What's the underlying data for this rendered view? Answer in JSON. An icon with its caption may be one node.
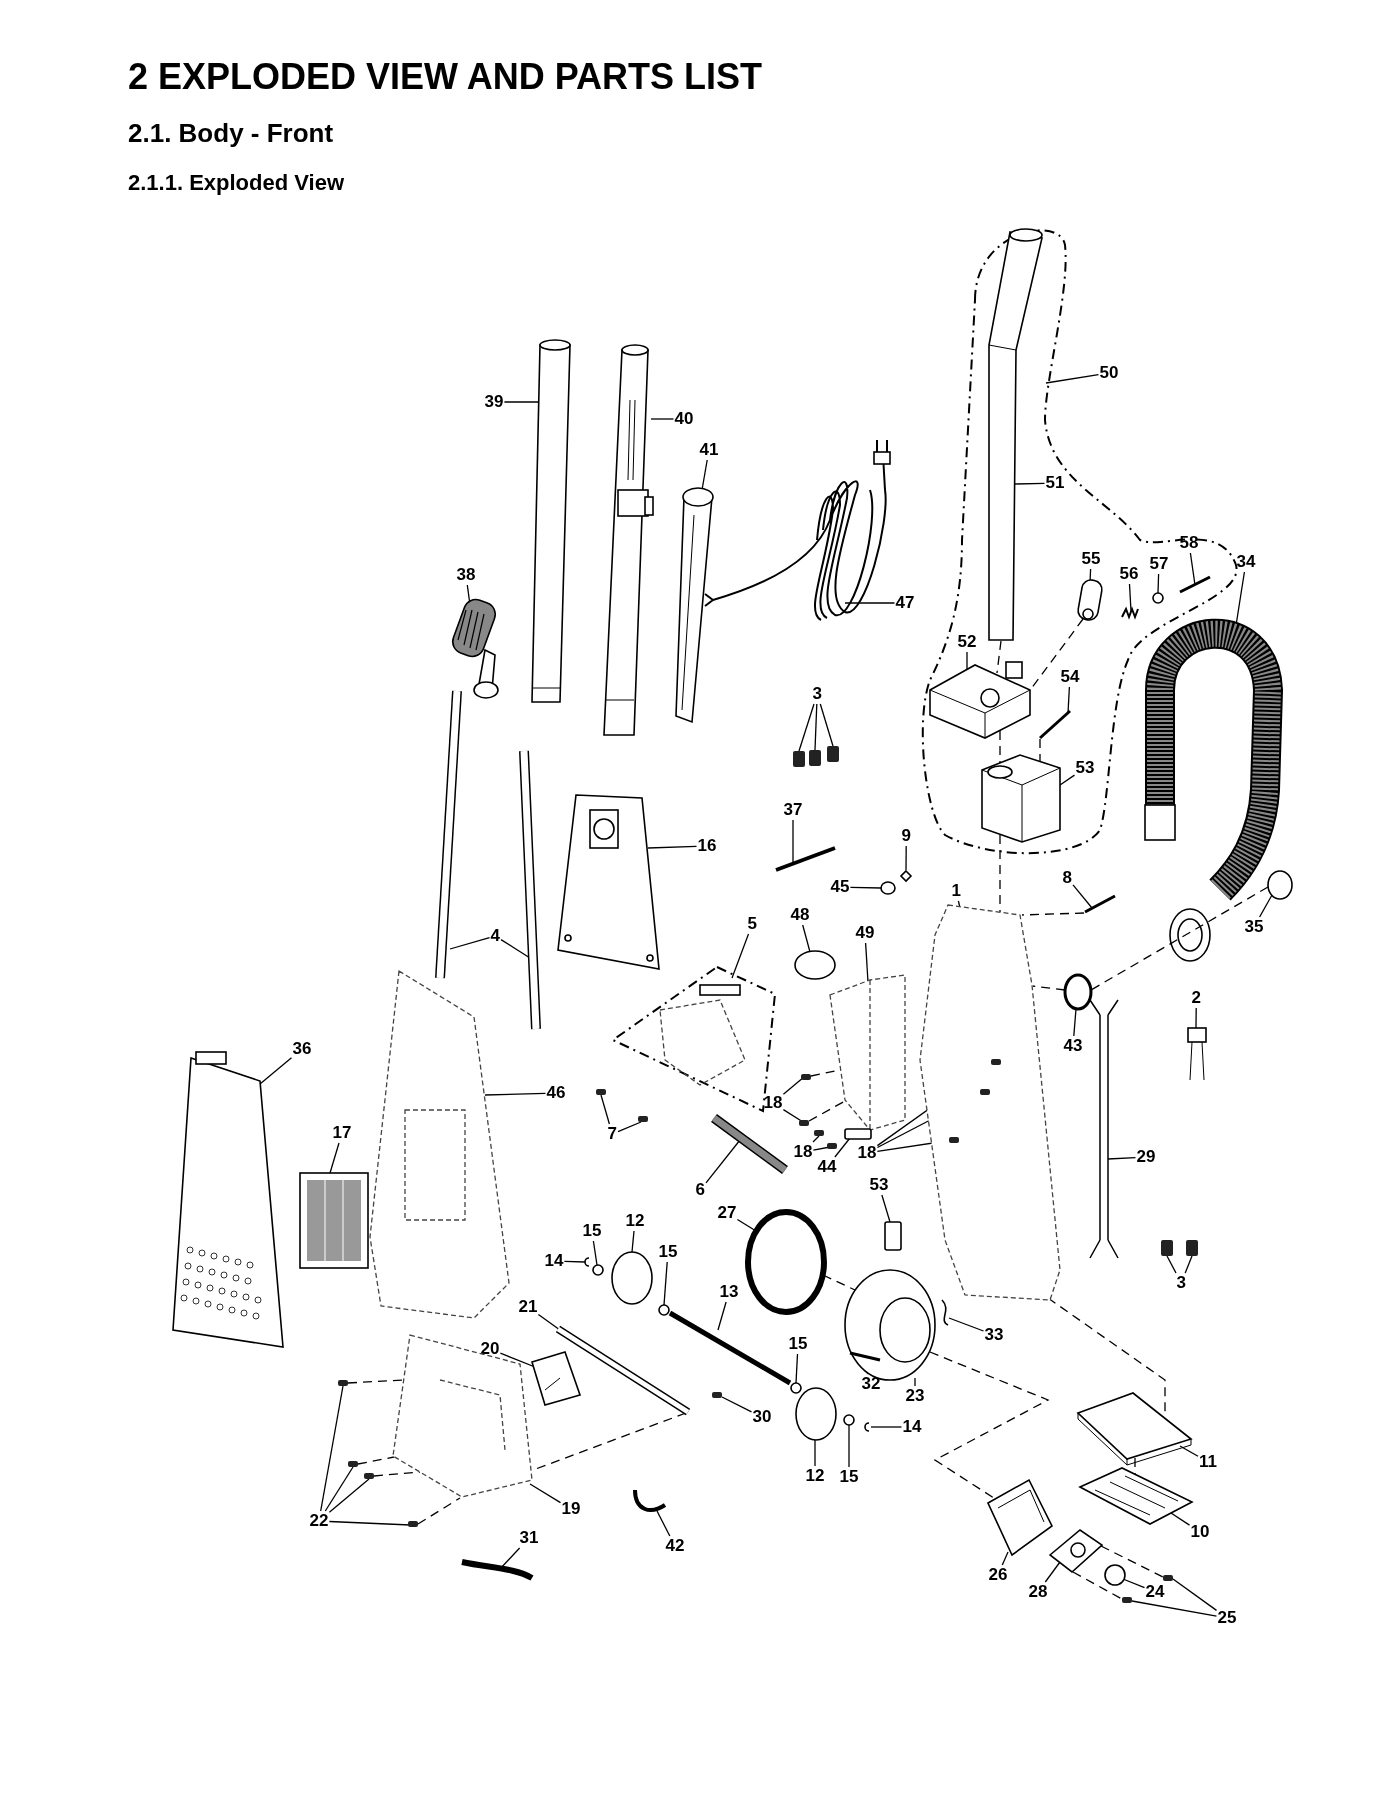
{
  "diagram": {
    "title": "2 EXPLODED VIEW AND PARTS LIST",
    "nodes": [
      {
        "text": [],
        "shape": "picture"
      },
      {
        "text": [
          "50"
        ]
      },
      {
        "text": [
          "39"
        ]
      },
      {
        "text": [
          "40"
        ]
      },
      {
        "text": [
          "41"
        ]
      },
      {
        "text": [
          "51"
        ],
        "in": 0
      },
      {
        "text": [
          "58"
        ],
        "in": 0
      },
      {
        "text": [
          "55"
        ],
        "in": 0
      },
      {
        "text": [
          "34"
        ]
      },
      {
        "text": [
          "57"
        ],
        "in": 0
      },
      {
        "text": [
          "56"
        ],
        "in": 0
      },
      {
        "text": [
          "38"
        ]
      },
      {
        "text": [
          "47"
        ]
      },
      {
        "text": [
          "52"
        ],
        "in": 0
      },
      {
        "text": [
          "54"
        ],
        "in": 0
      },
      {
        "text": [
          "3"
        ]
      },
      {
        "text": [
          "53"
        ],
        "in": 0
      },
      {
        "text": [
          "37"
        ]
      },
      {
        "text": [
          "9"
        ]
      },
      {
        "text": [
          "16"
        ]
      },
      {
        "text": [
          "8"
        ]
      },
      {
        "text": [
          "45"
        ]
      },
      {
        "text": [
          "1"
        ]
      },
      {
        "text": [
          "48"
        ]
      },
      {
        "text": [
          "5"
        ]
      },
      {
        "text": [
          "35"
        ]
      },
      {
        "text": [
          "49"
        ]
      },
      {
        "text": [
          "4"
        ]
      },
      {
        "text": [
          "2"
        ]
      },
      {
        "text": [
          "43"
        ]
      },
      {
        "text": [
          "36"
        ]
      },
      {
        "text": [
          "46"
        ]
      },
      {
        "text": [
          "18"
        ]
      },
      {
        "text": [
          "7"
        ]
      },
      {
        "text": [
          "17"
        ]
      },
      {
        "text": [
          "18"
        ]
      },
      {
        "text": [
          "18"
        ]
      },
      {
        "text": [
          "29"
        ]
      },
      {
        "text": [
          "44"
        ]
      },
      {
        "text": [
          "6"
        ]
      },
      {
        "text": [
          "53"
        ]
      },
      {
        "text": [
          "27"
        ]
      },
      {
        "text": [
          "12"
        ]
      },
      {
        "text": [
          "15"
        ]
      },
      {
        "text": [
          "15"
        ]
      },
      {
        "text": [
          "14"
        ]
      },
      {
        "text": [
          "3"
        ]
      },
      {
        "text": [
          "13"
        ]
      },
      {
        "text": [
          "21"
        ]
      },
      {
        "text": [
          "33"
        ]
      },
      {
        "text": [
          "15"
        ]
      },
      {
        "text": [
          "20"
        ]
      },
      {
        "text": [
          "32"
        ]
      },
      {
        "text": [
          "23"
        ]
      },
      {
        "text": [
          "30"
        ]
      },
      {
        "text": [
          "14"
        ]
      },
      {
        "text": [
          "11"
        ]
      },
      {
        "text": [
          "12"
        ]
      },
      {
        "text": [
          "15"
        ]
      },
      {
        "text": [
          "19"
        ]
      },
      {
        "text": [
          "22"
        ]
      },
      {
        "text": [
          "10"
        ]
      },
      {
        "text": [
          "31"
        ]
      },
      {
        "text": [
          "42"
        ]
      },
      {
        "text": [
          "26"
        ]
      },
      {
        "text": [
          "28"
        ]
      },
      {
        "text": [
          "24"
        ]
      },
      {
        "text": [
          "25"
        ]
      },
      {
        "text": [],
        "shape": "picture"
      },
      {
        "text": [],
        "shape": "picture"
      },
      {
        "text": [],
        "shape": "picture"
      },
      {
        "text": [],
        "shape": "picture",
        "in": 0
      },
      {
        "text": [],
        "shape": "bar",
        "in": 0
      },
      {
        "text": [],
        "shape": "picture",
        "in": 0
      },
      {
        "text": [],
        "shape": "picture"
      },
      {
        "text": [],
        "shape": "circle",
        "in": 0
      },
      {
        "text": [],
        "shape": "picture",
        "in": 0
      },
      {
        "text": [],
        "shape": "picture"
      },
      {
        "text": [],
        "shape": "picture"
      },
      {
        "text": [],
        "shape": "picture",
        "in": 0
      },
      {
        "text": [],
        "shape": "bar",
        "in": 0
      },
      {
        "text": [],
        "shape": "box"
      },
      {
        "text": [],
        "shape": "box"
      },
      {
        "text": [],
        "shape": "box"
      },
      {
        "text": [],
        "shape": "picture",
        "in": 0
      },
      {
        "text": [],
        "shape": "bar"
      },
      {
        "text": [],
        "shape": "diamond"
      },
      {
        "text": [],
        "shape": "picture"
      },
      {
        "text": [],
        "shape": "bar"
      },
      {
        "text": [],
        "shape": "circle"
      },
      {
        "text": [],
        "shape": "picture"
      },
      {
        "text": [],
        "shape": "circle"
      },
      {
        "text": [],
        "shape": "picture"
      },
      {
        "text": [],
        "shape": "circle"
      },
      {
        "text": [],
        "shape": "picture"
      },
      {
        "text": [],
        "shape": "bar"
      },
      {
        "text": [],
        "shape": "bar"
      },
      {
        "text": [],
        "shape": "picture"
      },
      {
        "text": [],
        "shape": "circle"
      },
      {
        "text": [],
        "shape": "picture"
      },
      {
        "text": [],
        "shape": "picture"
      },
      {
        "text": [],
        "shape": "box"
      },
      {
        "text": [],
        "shape": "box"
      },
      {
        "text": [],
        "shape": "box"
      },
      {
        "text": [],
        "shape": "box"
      },
      {
        "text": [],
        "shape": "picture"
      },
      {
        "text": [],
        "shape": "box"
      },
      {
        "text": [],
        "shape": "box"
      },
      {
        "text": [],
        "shape": "box",
        "in": 90
      },
      {
        "text": [],
        "shape": "box",
        "in": 90
      },
      {
        "text": [],
        "shape": "box",
        "in": 90
      },
      {
        "text": [],
        "shape": "picture"
      },
      {
        "text": [],
        "shape": "box"
      },
      {
        "text": [],
        "shape": "bar"
      },
      {
        "text": [],
        "shape": "box"
      },
      {
        "text": [],
        "shape": "circle"
      },
      {
        "text": [],
        "shape": "circle"
      },
      {
        "text": [],
        "shape": "circle"
      },
      {
        "text": [],
        "shape": "circle"
      },
      {
        "text": [],
        "shape": "picture"
      },
      {
        "text": [],
        "shape": "box"
      },
      {
        "text": [],
        "shape": "box"
      },
      {
        "text": [],
        "shape": "bar"
      },
      {
        "text": [],
        "shape": "bar"
      },
      {
        "text": [],
        "shape": "picture"
      },
      {
        "text": [],
        "shape": "circle"
      },
      {
        "text": [],
        "shape": "picture"
      },
      {
        "text": [],
        "shape": "picture"
      },
      {
        "text": [],
        "shape": "bar",
        "in": 127
      },
      {
        "text": [],
        "shape": "box"
      },
      {
        "text": [],
        "shape": "picture"
      },
      {
        "text": [],
        "shape": "picture"
      },
      {
        "text": [],
        "shape": "circle"
      },
      {
        "text": [],
        "shape": "circle"
      },
      {
        "text": [],
        "shape": "picture"
      },
      {
        "text": [],
        "shape": "box"
      },
      {
        "text": [],
        "shape": "box"
      },
      {
        "text": [],
        "shape": "box"
      },
      {
        "text": [],
        "shape": "box"
      },
      {
        "text": [],
        "shape": "picture"
      },
      {
        "text": [],
        "shape": "picture"
      },
      {
        "text": [],
        "shape": "picture"
      },
      {
        "text": [],
        "shape": "picture"
      },
      {
        "text": [],
        "shape": "picture"
      },
      {
        "text": [],
        "shape": "circle"
      },
      {
        "text": [],
        "shape": "box"
      },
      {
        "text": [],
        "shape": "box"
      }
    ],
    "edges": [
      {
        "from": 1,
        "to": 0,
        "arrow": "none"
      },
      {
        "from": 2,
        "to": 68,
        "arrow": "none"
      },
      {
        "from": 3,
        "to": 69,
        "arrow": "none"
      },
      {
        "from": 4,
        "to": 70,
        "arrow": "none"
      },
      {
        "from": 5,
        "to": 71,
        "arrow": "none"
      },
      {
        "from": 6,
        "to": 72,
        "arrow": "none"
      },
      {
        "from": 7,
        "to": 73,
        "arrow": "none"
      },
      {
        "from": 8,
        "to": 74,
        "arrow": "none"
      },
      {
        "from": 9,
        "to": 75,
        "arrow": "none"
      },
      {
        "from": 10,
        "to": 76,
        "arrow": "none"
      },
      {
        "from": 11,
        "to": 77,
        "arrow": "none"
      },
      {
        "from": 12,
        "to": 78,
        "arrow": "none"
      },
      {
        "from": 13,
        "to": 79,
        "arrow": "none"
      },
      {
        "from": 14,
        "to": 80,
        "arrow": "none"
      },
      {
        "from": 15,
        "to": 81,
        "arrow": "none"
      },
      {
        "from": 15,
        "to": 82,
        "arrow": "none"
      },
      {
        "from": 15,
        "to": 83,
        "arrow": "none"
      },
      {
        "from": 16,
        "to": 84,
        "arrow": "none"
      },
      {
        "from": 17,
        "to": 85,
        "arrow": "none"
      },
      {
        "from": 18,
        "to": 86,
        "arrow": "none"
      },
      {
        "from": 19,
        "to": 87,
        "arrow": "none"
      },
      {
        "from": 20,
        "to": 88,
        "arrow": "none"
      },
      {
        "from": 21,
        "to": 89,
        "arrow": "none"
      },
      {
        "from": 22,
        "to": 90,
        "arrow": "none"
      },
      {
        "from": 23,
        "to": 91,
        "arrow": "none"
      },
      {
        "from": 24,
        "to": 92,
        "arrow": "none"
      },
      {
        "from": 25,
        "to": 93,
        "arrow": "none"
      },
      {
        "from": 26,
        "to": 94,
        "arrow": "none"
      },
      {
        "from": 27,
        "to": 95,
        "arrow": "none"
      },
      {
        "from": 27,
        "to": 96,
        "arrow": "none"
      },
      {
        "from": 28,
        "to": 97,
        "arrow": "none"
      },
      {
        "from": 29,
        "to": 98,
        "arrow": "none"
      },
      {
        "from": 30,
        "to": 99,
        "arrow": "none"
      },
      {
        "from": 31,
        "to": 100,
        "arrow": "none"
      },
      {
        "from": 32,
        "to": 101,
        "arrow": "none"
      },
      {
        "from": 32,
        "to": 102,
        "arrow": "none"
      },
      {
        "from": 33,
        "to": 103,
        "arrow": "none"
      },
      {
        "from": 33,
        "to": 104,
        "arrow": "none"
      },
      {
        "from": 34,
        "to": 105,
        "arrow": "none"
      },
      {
        "from": 35,
        "to": 106,
        "arrow": "none"
      },
      {
        "from": 35,
        "to": 107,
        "arrow": "none"
      },
      {
        "from": 36,
        "to": 108,
        "arrow": "none"
      },
      {
        "from": 36,
        "to": 109,
        "arrow": "none"
      },
      {
        "from": 36,
        "to": 110,
        "arrow": "none"
      },
      {
        "from": 37,
        "to": 111,
        "arrow": "none"
      },
      {
        "from": 38,
        "to": 112,
        "arrow": "none"
      },
      {
        "from": 39,
        "to": 113,
        "arrow": "none"
      },
      {
        "from": 40,
        "to": 114,
        "arrow": "none"
      },
      {
        "from": 41,
        "to": 115,
        "arrow": "none"
      },
      {
        "from": 42,
        "to": 116,
        "arrow": "none"
      },
      {
        "from": 43,
        "to": 117,
        "arrow": "none"
      },
      {
        "from": 44,
        "to": 118,
        "arrow": "none"
      },
      {
        "from": 45,
        "to": 119,
        "arrow": "none"
      },
      {
        "from": 46,
        "to": 120,
        "arrow": "none"
      },
      {
        "from": 46,
        "to": 121,
        "arrow": "none"
      },
      {
        "from": 47,
        "to": 122,
        "arrow": "none"
      },
      {
        "from": 48,
        "to": 123,
        "arrow": "none"
      },
      {
        "from": 49,
        "to": 124,
        "arrow": "none"
      },
      {
        "from": 50,
        "to": 125,
        "arrow": "none"
      },
      {
        "from": 51,
        "to": 126,
        "arrow": "none"
      },
      {
        "from": 52,
        "to": 128,
        "arrow": "none"
      },
      {
        "from": 53,
        "to": 127,
        "arrow": "none"
      },
      {
        "from": 54,
        "to": 129,
        "arrow": "none"
      },
      {
        "from": 55,
        "to": 130,
        "arrow": "none"
      },
      {
        "from": 56,
        "to": 131,
        "arrow": "none"
      },
      {
        "from": 57,
        "to": 132,
        "arrow": "none"
      },
      {
        "from": 58,
        "to": 133,
        "arrow": "none"
      },
      {
        "from": 59,
        "to": 134,
        "arrow": "none"
      },
      {
        "from": 60,
        "to": 135,
        "arrow": "none"
      },
      {
        "from": 60,
        "to": 136,
        "arrow": "none"
      },
      {
        "from": 60,
        "to": 137,
        "arrow": "none"
      },
      {
        "from": 60,
        "to": 138,
        "arrow": "none"
      },
      {
        "from": 61,
        "to": 139,
        "arrow": "none"
      },
      {
        "from": 62,
        "to": 140,
        "arrow": "none"
      },
      {
        "from": 63,
        "to": 141,
        "arrow": "none"
      },
      {
        "from": 64,
        "to": 142,
        "arrow": "none"
      },
      {
        "from": 65,
        "to": 143,
        "arrow": "none"
      },
      {
        "from": 66,
        "to": 144,
        "arrow": "none"
      },
      {
        "from": 67,
        "to": 145,
        "arrow": "none"
      },
      {
        "from": 67,
        "to": 146,
        "arrow": "none"
      },
      {
        "from": 71,
        "to": 79,
        "arrow": "none",
        "style": "dashed"
      },
      {
        "from": 88,
        "to": 90,
        "arrow": "none",
        "style": "dashed"
      },
      {
        "from": 93,
        "to": 98,
        "arrow": "none",
        "style": "dashed"
      },
      {
        "from": 98,
        "to": 90,
        "arrow": "none",
        "style": "dashed"
      },
      {
        "from": 73,
        "to": 79,
        "arrow": "none",
        "style": "dashed"
      },
      {
        "from": 80,
        "to": 84,
        "arrow": "none",
        "style": "dashed"
      },
      {
        "from": 90,
        "to": 131,
        "arrow": "none",
        "style": "dashed"
      },
      {
        "from": 131,
        "to": 139,
        "arrow": "none",
        "style": "dashed"
      },
      {
        "from": 127,
        "to": 142,
        "arrow": "none",
        "style": "dashed"
      },
      {
        "from": 143,
        "to": 145,
        "arrow": "none",
        "style": "dashed"
      },
      {
        "from": 143,
        "to": 146,
        "arrow": "none",
        "style": "dashed"
      },
      {
        "from": 123,
        "to": 134,
        "arrow": "none",
        "style": "dashed"
      },
      {
        "from": 135,
        "to": 134,
        "arrow": "none",
        "style": "dashed"
      },
      {
        "from": 136,
        "to": 134,
        "arrow": "none",
        "style": "dashed"
      },
      {
        "from": 137,
        "to": 134,
        "arrow": "none",
        "style": "dashed"
      },
      {
        "from": 138,
        "to": 134,
        "arrow": "none",
        "style": "dashed"
      },
      {
        "from": 101,
        "to": 94,
        "arrow": "none",
        "style": "dashed"
      },
      {
        "from": 102,
        "to": 94,
        "arrow": "none",
        "style": "dashed"
      },
      {
        "from": 79,
        "to": 84,
        "arrow": "none",
        "style": "dashed"
      },
      {
        "from": 84,
        "to": 90,
        "arrow": "none",
        "style": "dashed"
      },
      {
        "from": 115,
        "to": 127,
        "arrow": "none",
        "style": "dashed"
      }
    ],
    "labels": [
      "2.1. Body - Front",
      "2.1.1. Exploded View"
    ]
  }
}
